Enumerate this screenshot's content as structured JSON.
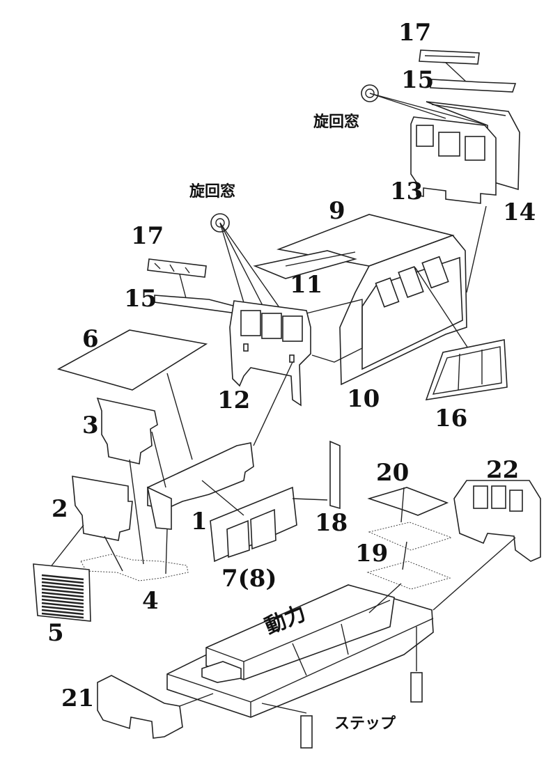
{
  "labels": {
    "p17_top": "17",
    "p15_top": "15",
    "swivel_window_top": "旋回窓",
    "p13": "13",
    "p14": "14",
    "p9": "9",
    "swivel_window_left": "旋回窓",
    "p17_left": "17",
    "p15_left": "15",
    "p11": "11",
    "p6": "6",
    "p12": "12",
    "p10": "10",
    "p16": "16",
    "p3": "3",
    "p1": "1",
    "p2": "2",
    "p18": "18",
    "p20": "20",
    "p22": "22",
    "p19": "19",
    "p4": "4",
    "p7_8": "7(8)",
    "p5": "5",
    "power": "動力",
    "p21": "21",
    "step": "ステップ"
  }
}
